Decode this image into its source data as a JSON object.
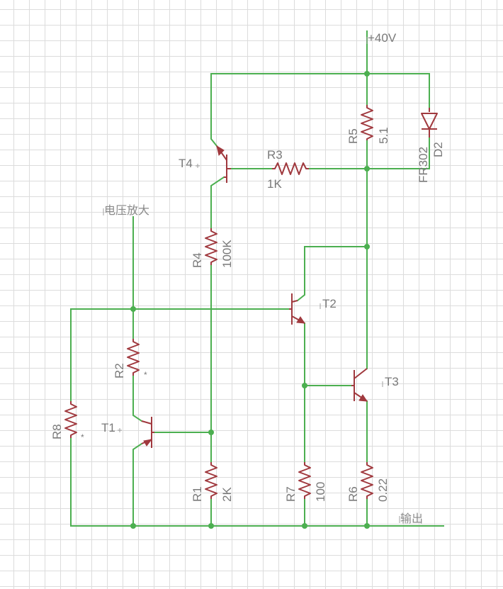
{
  "title": "",
  "supply": {
    "label": "+40V"
  },
  "nets": {
    "voltage_amp": "电压放大",
    "output": "输出"
  },
  "transistors": [
    {
      "id": "T1",
      "label": "T1"
    },
    {
      "id": "T2",
      "label": "T2"
    },
    {
      "id": "T3",
      "label": "T3"
    },
    {
      "id": "T4",
      "label": "T4"
    }
  ],
  "resistors": [
    {
      "id": "R1",
      "label": "R1",
      "value": "2K"
    },
    {
      "id": "R2",
      "label": "R2",
      "value": "*"
    },
    {
      "id": "R3",
      "label": "R3",
      "value": "1K"
    },
    {
      "id": "R4",
      "label": "R4",
      "value": "100K"
    },
    {
      "id": "R5",
      "label": "R5",
      "value": "5.1"
    },
    {
      "id": "R6",
      "label": "R6",
      "value": "0.22"
    },
    {
      "id": "R7",
      "label": "R7",
      "value": "100"
    },
    {
      "id": "R8",
      "label": "R8",
      "value": "*"
    }
  ],
  "diodes": [
    {
      "id": "D2",
      "label": "D2",
      "part": "FR302"
    }
  ],
  "colors": {
    "wire": "#4caf50",
    "component": "#a0393e",
    "label": "#7a7a7a",
    "grid": "#dcdcdc"
  }
}
